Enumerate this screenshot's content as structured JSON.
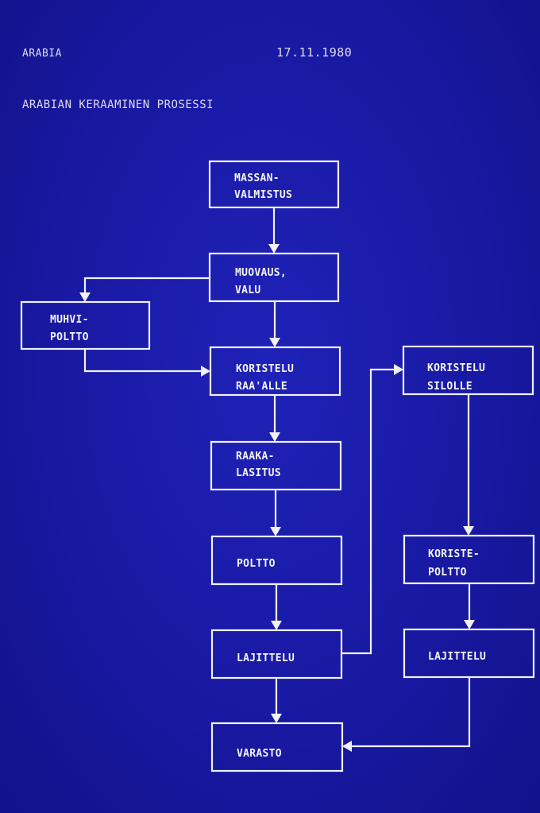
{
  "header": {
    "company": "ARABIA",
    "date": "17.11.1980",
    "title": "ARABIAN KERAAMINEN PROSESSI"
  },
  "boxes": {
    "massan": [
      "MASSAN-",
      "VALMISTUS"
    ],
    "muovaus": [
      "MUOVAUS,",
      "VALU"
    ],
    "muhvi": [
      "MUHVI-",
      "POLTTO"
    ],
    "koristelu_raa": [
      "KORISTELU",
      "RAA'ALLE"
    ],
    "raakalasitus": [
      "RAAKA-",
      "LASITUS"
    ],
    "poltto": [
      "POLTTO"
    ],
    "lajittelu1": [
      "LAJITTELU"
    ],
    "varasto": [
      "VARASTO"
    ],
    "koristelu_silolle": [
      "KORISTELU",
      "SILOLLE"
    ],
    "koristepoltto": [
      "KORISTE-",
      "POLTTO"
    ],
    "lajittelu2": [
      "LAJITTELU"
    ]
  }
}
